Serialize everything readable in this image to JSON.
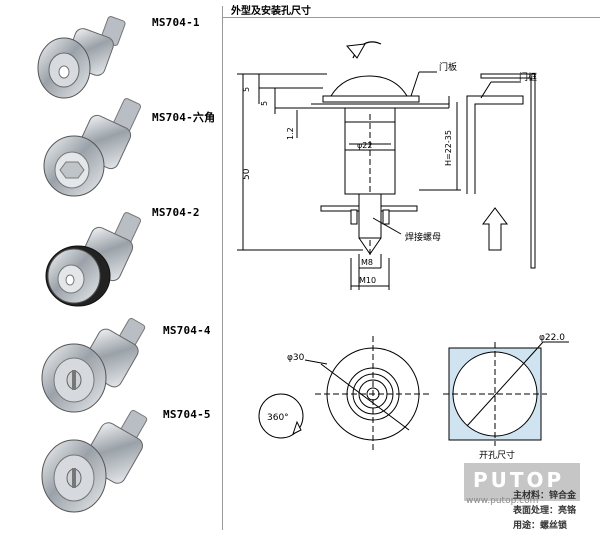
{
  "products": [
    {
      "label": "MS704-1"
    },
    {
      "label": "MS704-六角"
    },
    {
      "label": "MS704-2"
    },
    {
      "label": "MS704-4"
    },
    {
      "label": "MS704-5"
    }
  ],
  "drawing": {
    "header": "外型及安装孔尺寸",
    "dims": {
      "d5a": "5",
      "d5b": "5",
      "d12": "1.2",
      "d50": "50",
      "d22": "φ22",
      "h": "H=22-35",
      "m8": "M8",
      "m10": "M10",
      "d30": "φ30",
      "d220": "φ22.0",
      "rot": "360°"
    },
    "labels": {
      "door_panel": "门板",
      "door_frame": "门框",
      "weld_nut": "焊接螺母",
      "cutout": "开孔尺寸"
    }
  },
  "watermark": {
    "brand": "PUTOP",
    "url": "www.putop.com"
  },
  "specs": {
    "material": "主材料：锌合金",
    "surface": "表面处理：亮铬",
    "usage": "用途：螺丝锁"
  },
  "colors": {
    "chrome": "#c9cdd2",
    "line": "#000000",
    "cutout_fill": "#cfe4f0"
  }
}
